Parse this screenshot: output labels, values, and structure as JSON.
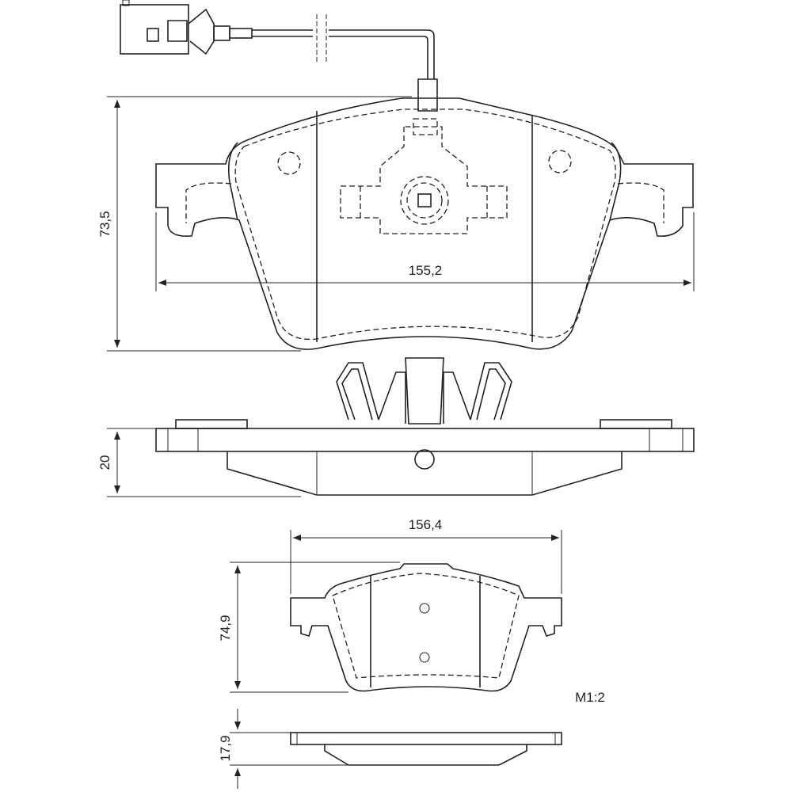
{
  "drawing": {
    "front_view": {
      "width_label": "155,2",
      "height_label": "73,5"
    },
    "side_view": {
      "thickness_label": "20"
    },
    "second_pad_front_view": {
      "width_label": "156,4",
      "height_label": "74,9"
    },
    "second_pad_side_view": {
      "thickness_label": "17,9"
    },
    "scale_label": "M1:2"
  }
}
